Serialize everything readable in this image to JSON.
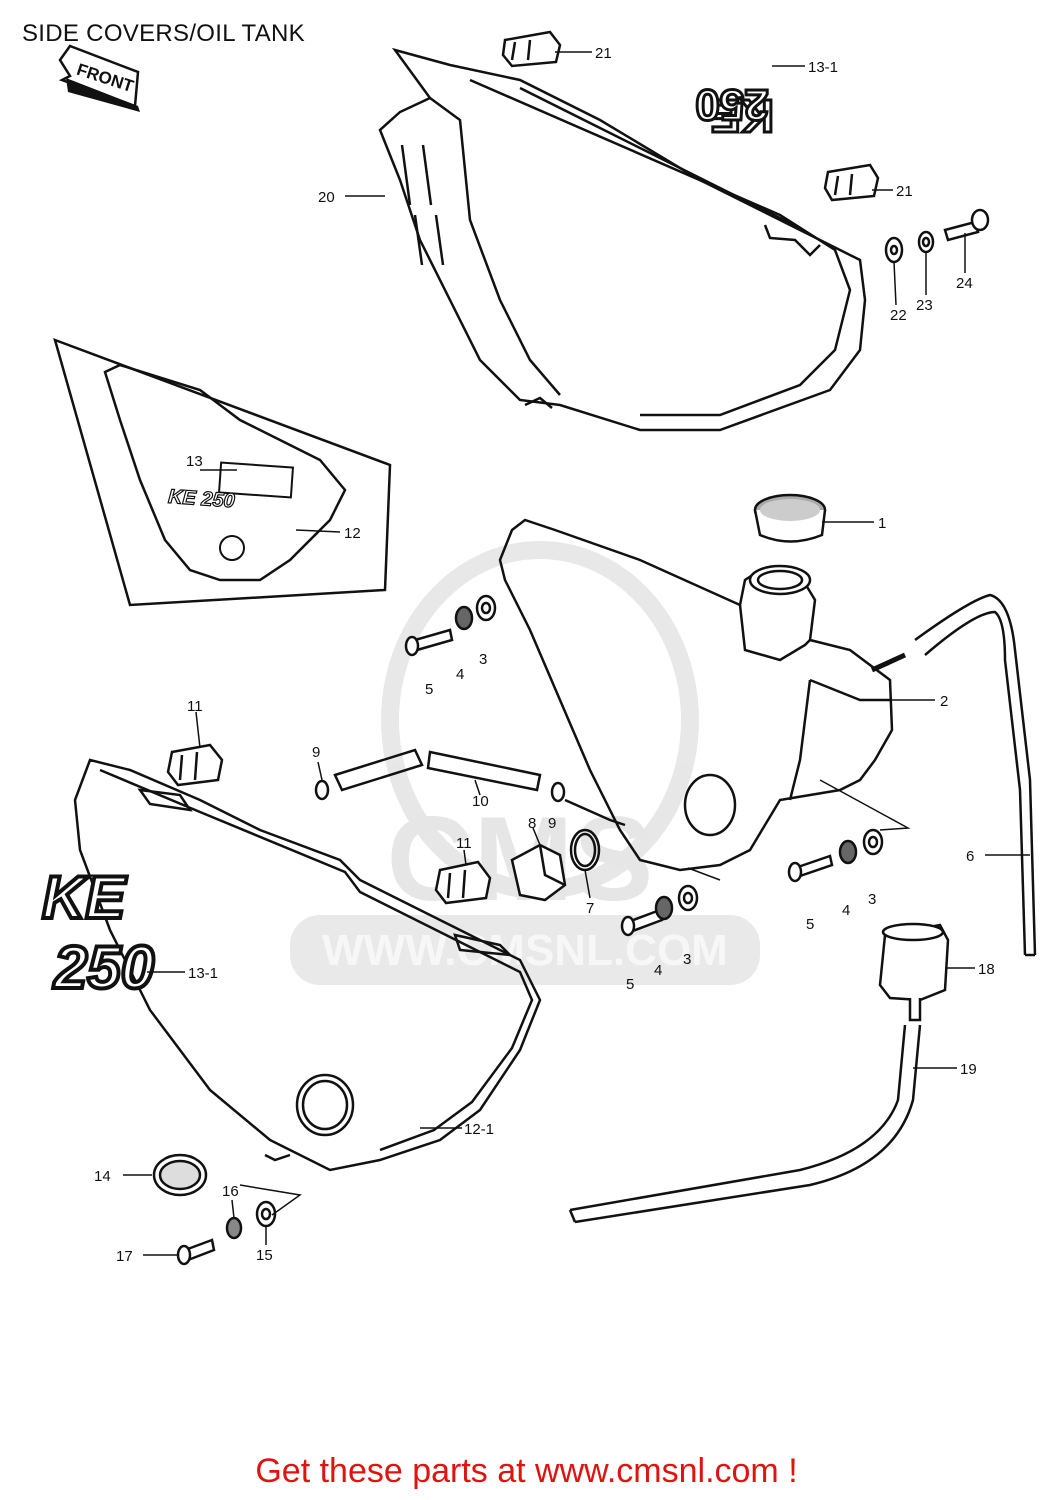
{
  "page": {
    "title": "SIDE COVERS/OIL TANK",
    "footer_link": "Get these parts at www.cmsnl.com !"
  },
  "front_arrow": {
    "label": "FRONT"
  },
  "watermark": {
    "brand": "CMS",
    "url": "WWW.CMSNL.COM"
  },
  "emblems": {
    "left_cover_top": "KE",
    "left_cover_bottom": "250",
    "small_plate": "KE 250"
  },
  "callouts": [
    {
      "id": "c-1",
      "label": "1"
    },
    {
      "id": "c-2",
      "label": "2"
    },
    {
      "id": "c-3a",
      "label": "3"
    },
    {
      "id": "c-3b",
      "label": "3"
    },
    {
      "id": "c-3c",
      "label": "3"
    },
    {
      "id": "c-4a",
      "label": "4"
    },
    {
      "id": "c-4b",
      "label": "4"
    },
    {
      "id": "c-4c",
      "label": "4"
    },
    {
      "id": "c-5a",
      "label": "5"
    },
    {
      "id": "c-5b",
      "label": "5"
    },
    {
      "id": "c-5c",
      "label": "5"
    },
    {
      "id": "c-6",
      "label": "6"
    },
    {
      "id": "c-7",
      "label": "7"
    },
    {
      "id": "c-8",
      "label": "8"
    },
    {
      "id": "c-9a",
      "label": "9"
    },
    {
      "id": "c-9b",
      "label": "9"
    },
    {
      "id": "c-10",
      "label": "10"
    },
    {
      "id": "c-11a",
      "label": "11"
    },
    {
      "id": "c-11b",
      "label": "11"
    },
    {
      "id": "c-12",
      "label": "12"
    },
    {
      "id": "c-12-1",
      "label": "12-1"
    },
    {
      "id": "c-13",
      "label": "13"
    },
    {
      "id": "c-13-1a",
      "label": "13-1"
    },
    {
      "id": "c-13-1b",
      "label": "13-1"
    },
    {
      "id": "c-14",
      "label": "14"
    },
    {
      "id": "c-15",
      "label": "15"
    },
    {
      "id": "c-16",
      "label": "16"
    },
    {
      "id": "c-17",
      "label": "17"
    },
    {
      "id": "c-18",
      "label": "18"
    },
    {
      "id": "c-19",
      "label": "19"
    },
    {
      "id": "c-20",
      "label": "20"
    },
    {
      "id": "c-21a",
      "label": "21"
    },
    {
      "id": "c-21b",
      "label": "21"
    },
    {
      "id": "c-22",
      "label": "22"
    },
    {
      "id": "c-23",
      "label": "23"
    },
    {
      "id": "c-24",
      "label": "24"
    }
  ],
  "colors": {
    "line": "#111111",
    "footer": "#e0130f",
    "watermark": "#d8d8d8"
  }
}
